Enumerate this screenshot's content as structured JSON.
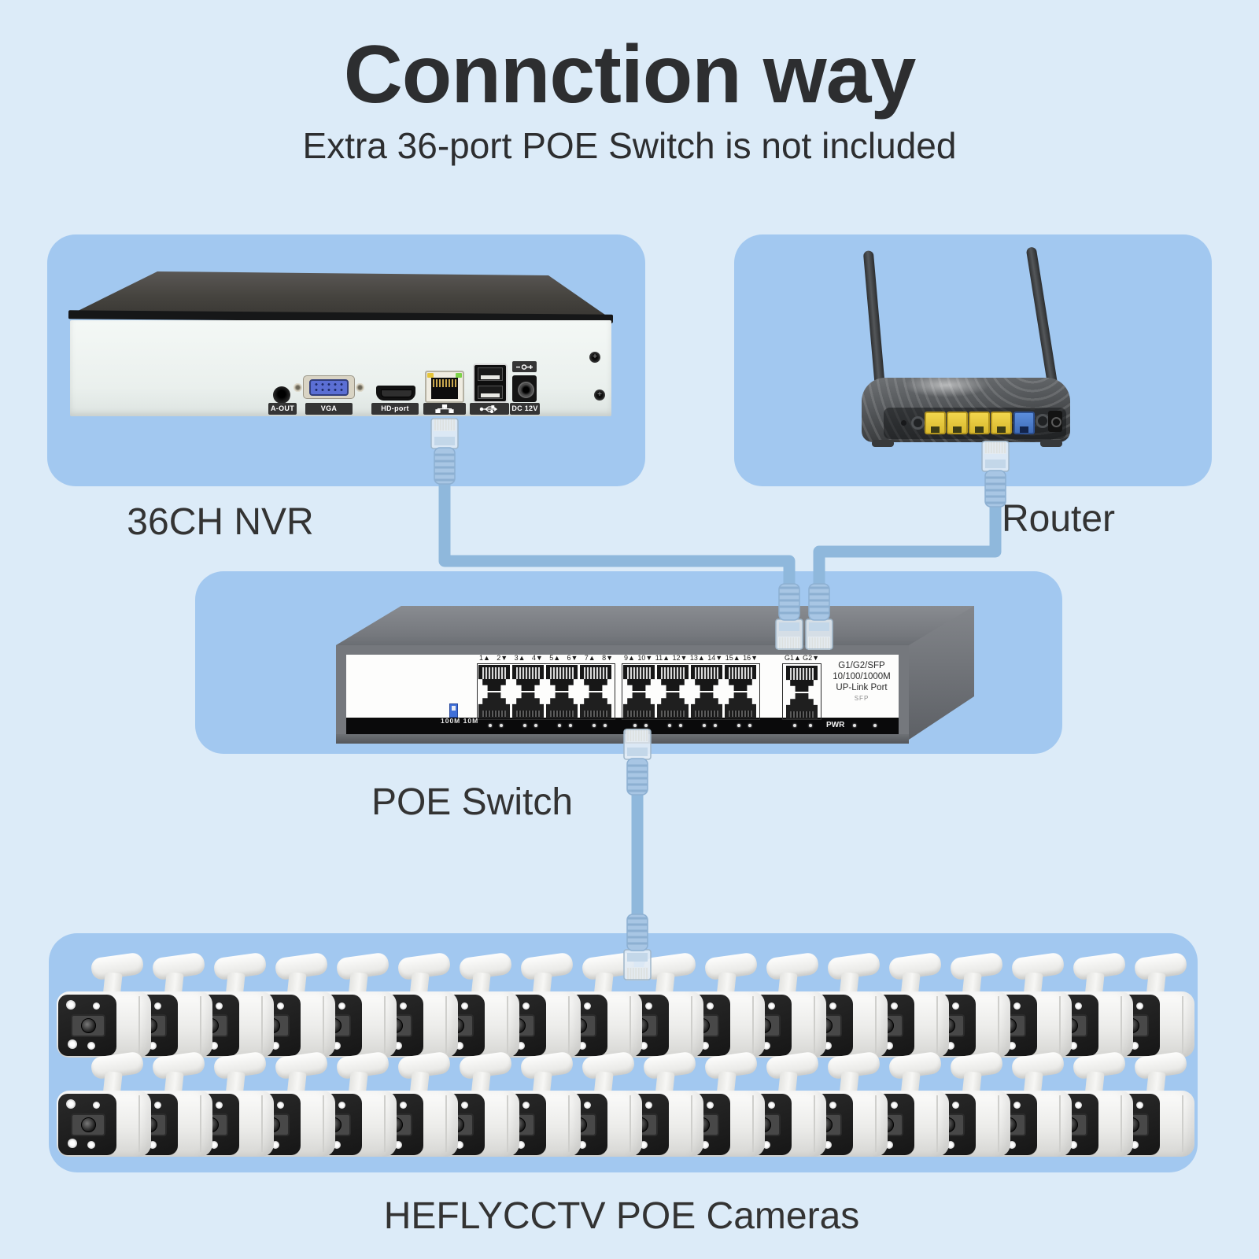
{
  "title": "Connction way",
  "subtitle": "Extra 36-port POE Switch is not included",
  "nvr": {
    "label": "36CH NVR",
    "badges": [
      "A-OUT",
      "VGA",
      "HD-port",
      "DC 12V"
    ]
  },
  "router": {
    "label": "Router"
  },
  "poe_switch": {
    "label": "POE Switch",
    "ports_left": [
      "1▲",
      "2▼",
      "3▲",
      "4▼",
      "5▲",
      "6▼",
      "7▲",
      "8▼"
    ],
    "ports_right": [
      "9▲",
      "10▼",
      "11▲",
      "12▼",
      "13▲",
      "14▼",
      "15▲",
      "16▼"
    ],
    "uplink_ports": [
      "G1▲",
      "G2▼"
    ],
    "info_lines": [
      "G1/G2/SFP",
      "10/100/1000M",
      "UP-Link Port",
      "SFP"
    ],
    "pwr_label": "PWR",
    "speed_label": "100M 10M"
  },
  "cameras": {
    "label": "HEFLYCCTV POE Cameras",
    "rows": 2,
    "per_row": 18,
    "total": 36
  },
  "colors": {
    "page_bg": "#dcebf8",
    "panel_bg": "#a2c8f0",
    "cable": "#8fb8dc",
    "text": "#2e2f31",
    "port_yellow": "#ecc83d",
    "port_blue": "#4d7fd0"
  }
}
